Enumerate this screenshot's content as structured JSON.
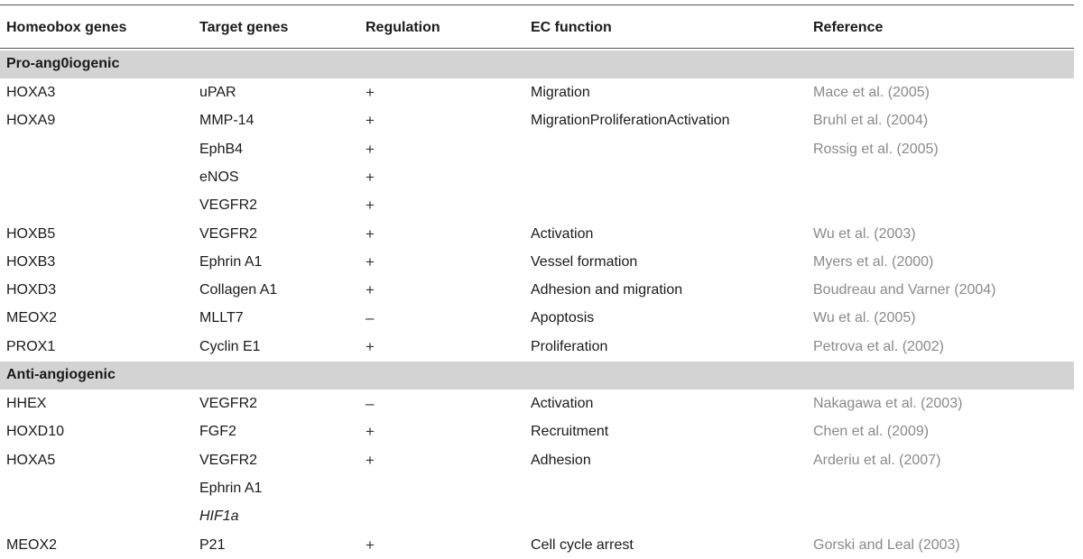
{
  "headers": [
    "Homeobox genes",
    "Target genes",
    "Regulation",
    "EC function",
    "Reference"
  ],
  "sections": [
    {
      "title": "Pro-ang0iogenic",
      "rows": [
        {
          "gene": "HOXA3",
          "target": "uPAR",
          "reg": "+",
          "func": "Migration",
          "ref": "Mace et al. (2005)"
        },
        {
          "gene": "HOXA9",
          "target": "MMP-14",
          "reg": "+",
          "func": "MigrationProliferationActivation",
          "ref": "Bruhl et al. (2004)"
        },
        {
          "gene": "",
          "target": "EphB4",
          "reg": "+",
          "func": "",
          "ref": "Rossig et al. (2005)"
        },
        {
          "gene": "",
          "target": "eNOS",
          "reg": "+",
          "func": "",
          "ref": ""
        },
        {
          "gene": "",
          "target": "VEGFR2",
          "reg": "+",
          "func": "",
          "ref": ""
        },
        {
          "gene": "HOXB5",
          "target": "VEGFR2",
          "reg": "+",
          "func": "Activation",
          "ref": "Wu et al. (2003)"
        },
        {
          "gene": "HOXB3",
          "target": "Ephrin A1",
          "reg": "+",
          "func": "Vessel formation",
          "ref": "Myers et al. (2000)"
        },
        {
          "gene": "HOXD3",
          "target": "Collagen A1",
          "reg": "+",
          "func": "Adhesion and migration",
          "ref": "Boudreau and Varner (2004)"
        },
        {
          "gene": "MEOX2",
          "target": "MLLT7",
          "reg": "–",
          "func": "Apoptosis",
          "ref": "Wu et al. (2005)"
        },
        {
          "gene": "PROX1",
          "target": "Cyclin E1",
          "reg": "+",
          "func": "Proliferation",
          "ref": "Petrova et al. (2002)"
        }
      ]
    },
    {
      "title": "Anti-angiogenic",
      "rows": [
        {
          "gene": "HHEX",
          "target": "VEGFR2",
          "reg": "–",
          "func": "Activation",
          "ref": "Nakagawa et al. (2003)"
        },
        {
          "gene": "HOXD10",
          "target": "FGF2",
          "reg": "+",
          "func": "Recruitment",
          "ref": "Chen et al. (2009)"
        },
        {
          "gene": "HOXA5",
          "target": "VEGFR2",
          "reg": "+",
          "func": "Adhesion",
          "ref": "Arderiu et al. (2007)"
        },
        {
          "gene": "",
          "target": "Ephrin A1",
          "reg": "",
          "func": "",
          "ref": ""
        },
        {
          "gene": "",
          "target": "HIF1a",
          "reg": "",
          "func": "",
          "ref": "",
          "italic": true
        },
        {
          "gene": "MEOX2",
          "target": "P21",
          "reg": "+",
          "func": "Cell cycle arrest",
          "ref": "Gorski and Leal (2003)"
        }
      ]
    }
  ]
}
